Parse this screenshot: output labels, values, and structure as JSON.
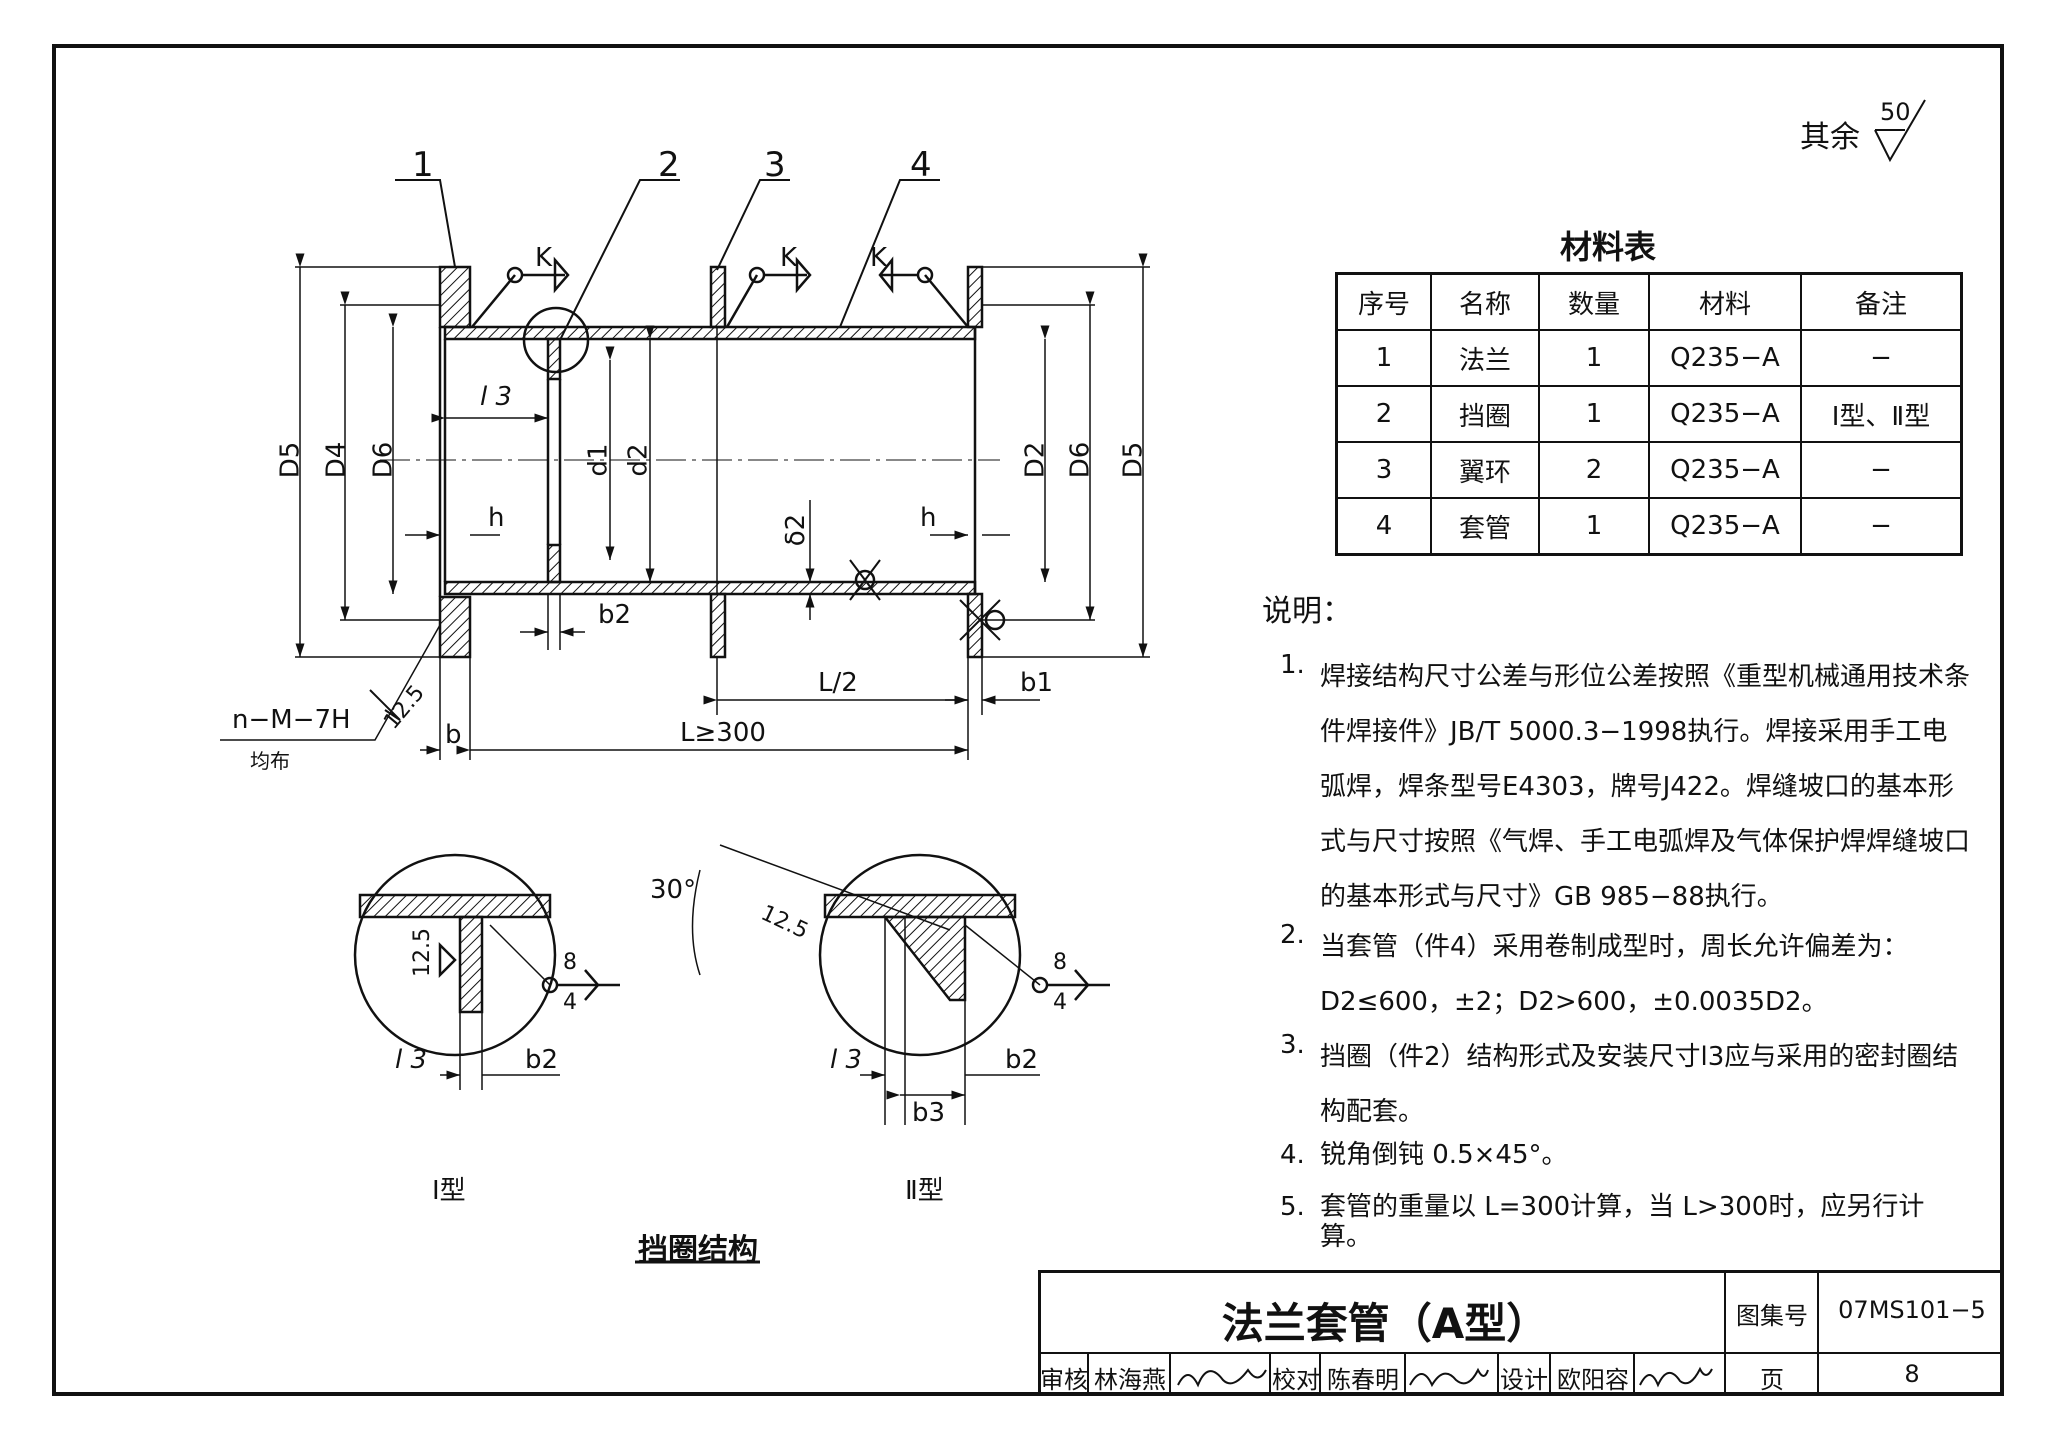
{
  "roughness": {
    "label": "其余",
    "value": "50"
  },
  "part_numbers": [
    "1",
    "2",
    "3",
    "4"
  ],
  "drawing_labels": {
    "weld_k": "K",
    "D5": "D5",
    "D4": "D4",
    "D6": "D6",
    "d1": "d1",
    "d2": "d2",
    "D2": "D2",
    "l3": "l 3",
    "h": "h",
    "delta2": "δ2",
    "b2": "b2",
    "b1": "b1",
    "b": "b",
    "half_L": "L/2",
    "L": "L≥300",
    "bolt": "n−M−7H",
    "bolt_note": "均布",
    "rough_12_5": "12.5",
    "type1": "Ⅰ型",
    "type2": "Ⅱ型",
    "detail_title": "挡圈结构",
    "angle": "30°",
    "weld_8": "8",
    "weld_4": "4",
    "b3": "b3"
  },
  "material_table": {
    "title": "材料表",
    "headers": [
      "序号",
      "名称",
      "数量",
      "材料",
      "备注"
    ],
    "rows": [
      [
        "1",
        "法兰",
        "1",
        "Q235−A",
        "−"
      ],
      [
        "2",
        "挡圈",
        "1",
        "Q235−A",
        "Ⅰ型、Ⅱ型"
      ],
      [
        "3",
        "翼环",
        "2",
        "Q235−A",
        "−"
      ],
      [
        "4",
        "套管",
        "1",
        "Q235−A",
        "−"
      ]
    ]
  },
  "notes": {
    "heading": "说明：",
    "items": [
      {
        "num": "1.",
        "text": "焊接结构尺寸公差与形位公差按照《重型机械通用技术条件焊接件》JB/T 5000.3−1998执行。焊接采用手工电弧焊，焊条型号E4303，牌号J422。焊缝坡口的基本形式与尺寸按照《气焊、手工电弧焊及气体保护焊焊缝坡口的基本形式与尺寸》GB 985−88执行。"
      },
      {
        "num": "2.",
        "text": "当套管（件4）采用卷制成型时，周长允许偏差为：D2≤600，±2；D2>600，±0.0035D2。"
      },
      {
        "num": "3.",
        "text": "挡圈（件2）结构形式及安装尺寸l3应与采用的密封圈结构配套。"
      },
      {
        "num": "4.",
        "text": "锐角倒钝 0.5×45°。"
      },
      {
        "num": "5.",
        "text": "套管的重量以 L=300计算，当 L>300时，应另行计算。"
      }
    ]
  },
  "title_block": {
    "title": "法兰套管（A型）",
    "atlas_label": "图集号",
    "atlas_no": "07MS101−5",
    "page_label": "页",
    "page_no": "8",
    "review_label": "审核",
    "reviewer": "林海燕",
    "check_label": "校对",
    "checker": "陈春明",
    "design_label": "设计",
    "designer": "欧阳容"
  }
}
